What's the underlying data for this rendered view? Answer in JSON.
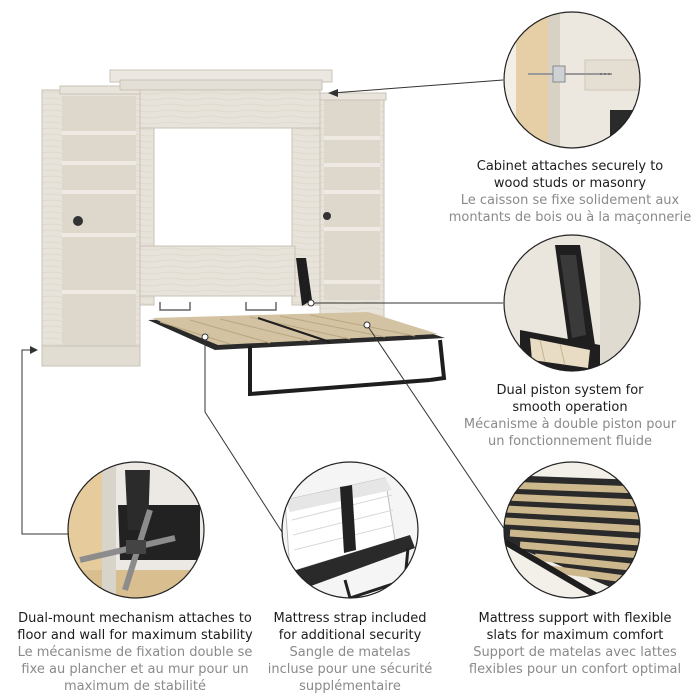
{
  "features": [
    {
      "id": "cabinet",
      "en": [
        "Cabinet attaches securely to",
        "wood studs or masonry"
      ],
      "fr": [
        "Le caisson se fixe solidement aux",
        "montants de bois ou à la maçonnerie"
      ]
    },
    {
      "id": "piston",
      "en": [
        "Dual piston system for",
        "smooth operation"
      ],
      "fr": [
        "Mécanisme à double piston pour",
        "un fonctionnement fluide"
      ]
    },
    {
      "id": "dual-mount",
      "en": [
        "Dual-mount mechanism attaches to",
        "floor and wall for maximum stability"
      ],
      "fr": [
        "Le mécanisme de fixation double se",
        "fixe au plancher et au mur pour un",
        "maximum de stabilité"
      ]
    },
    {
      "id": "strap",
      "en": [
        "Mattress strap included",
        "for additional security"
      ],
      "fr": [
        "Sangle de matelas",
        "incluse pour une sécurité",
        "supplémentaire"
      ]
    },
    {
      "id": "slats",
      "en": [
        "Mattress support with flexible",
        "slats for maximum comfort"
      ],
      "fr": [
        "Support de matelas avec lattes",
        "flexibles pour un confort optimal"
      ]
    }
  ],
  "colors": {
    "wood": "#e7e2d9",
    "wood_shadow": "#cfc8bb",
    "metal": "#1e1e1e",
    "slat": "#d9c9a8",
    "callout_line": "#333333",
    "text_en": "#1c1c1c",
    "text_fr": "#8a8a8a"
  }
}
